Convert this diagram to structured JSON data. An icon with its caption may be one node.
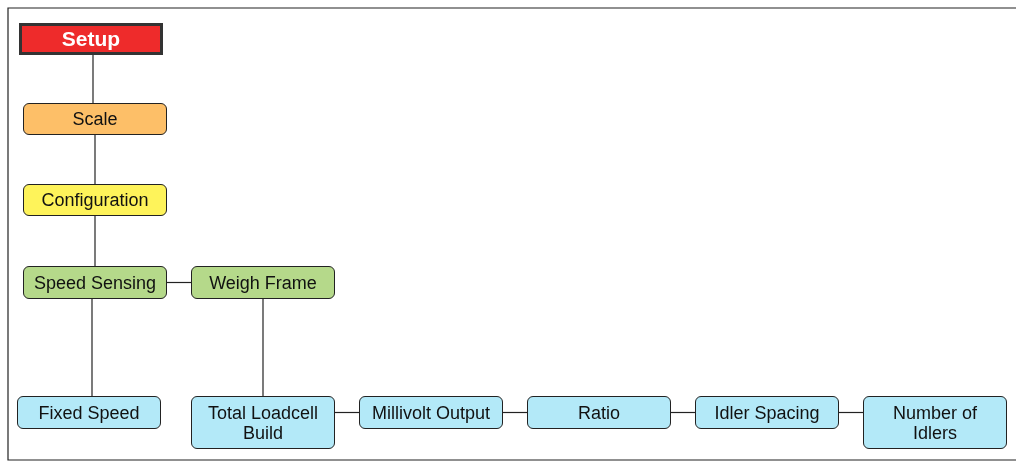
{
  "diagram": {
    "nodes": [
      {
        "text": [
          "Setup"
        ]
      },
      {
        "text": [
          "Scale"
        ]
      },
      {
        "text": [
          "Configuration"
        ]
      },
      {
        "text": [
          "Speed Sensing"
        ]
      },
      {
        "text": [
          "Weigh Frame"
        ]
      },
      {
        "text": [
          "Fixed Speed"
        ]
      },
      {
        "text": [
          "Total Loadcell Build"
        ]
      },
      {
        "text": [
          "Millivolt Output"
        ]
      },
      {
        "text": [
          "Ratio"
        ]
      },
      {
        "text": [
          "Idler Spacing"
        ]
      },
      {
        "text": [
          "Number of Idlers"
        ]
      }
    ],
    "edges": [
      {
        "from": 0,
        "to": 1,
        "arrow": "none"
      },
      {
        "from": 1,
        "to": 2,
        "arrow": "none"
      },
      {
        "from": 2,
        "to": 3,
        "arrow": "none"
      },
      {
        "from": 3,
        "to": 4,
        "arrow": "none"
      },
      {
        "from": 3,
        "to": 5,
        "arrow": "none"
      },
      {
        "from": 4,
        "to": 6,
        "arrow": "none"
      },
      {
        "from": 6,
        "to": 7,
        "arrow": "none"
      },
      {
        "from": 7,
        "to": 8,
        "arrow": "none"
      },
      {
        "from": 8,
        "to": 9,
        "arrow": "none"
      },
      {
        "from": 9,
        "to": 10,
        "arrow": "none"
      }
    ]
  }
}
